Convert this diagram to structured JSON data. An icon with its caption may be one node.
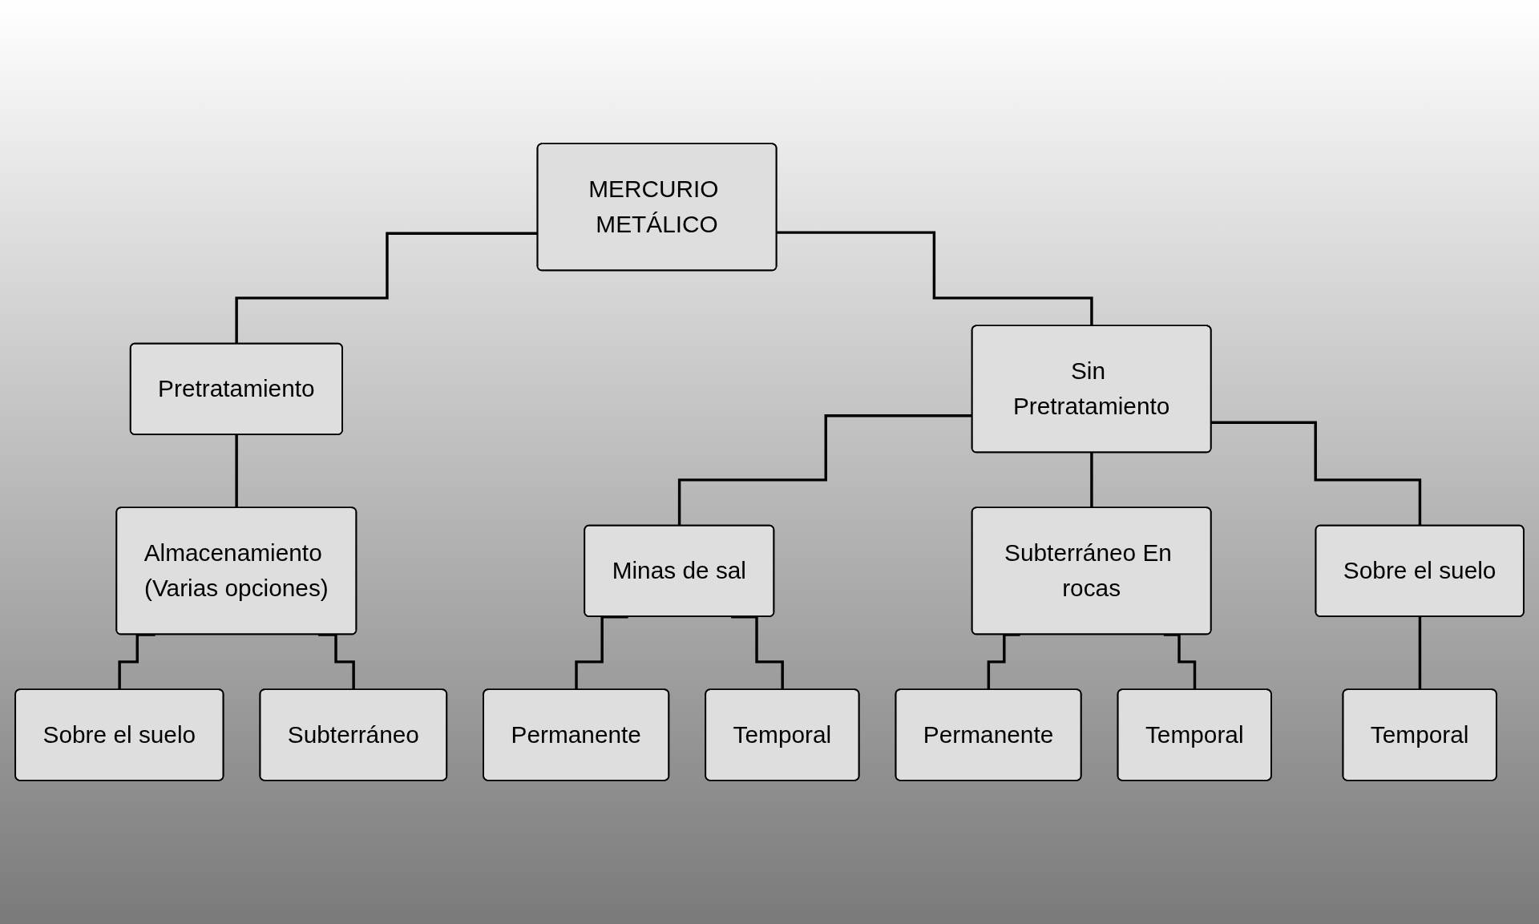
{
  "diagram": {
    "nodes": [
      {
        "text": [
          "MERCURIO METÁLICO"
        ]
      },
      {
        "text": [
          "Pretratamiento"
        ]
      },
      {
        "text": [
          "Sin Pretratamiento"
        ]
      },
      {
        "text": [
          "Almacenamiento (Varias opciones)"
        ]
      },
      {
        "text": [
          "Minas de sal"
        ]
      },
      {
        "text": [
          "Subterráneo En rocas"
        ]
      },
      {
        "text": [
          "Sobre el suelo"
        ]
      },
      {
        "text": [
          "Sobre el suelo"
        ]
      },
      {
        "text": [
          "Subterráneo"
        ]
      },
      {
        "text": [
          "Permanente"
        ]
      },
      {
        "text": [
          "Temporal"
        ]
      },
      {
        "text": [
          "Permanente"
        ]
      },
      {
        "text": [
          "Temporal"
        ]
      },
      {
        "text": [
          "Temporal"
        ]
      }
    ],
    "edges": [
      {
        "from": 0,
        "to": 1,
        "arrow": "none"
      },
      {
        "from": 0,
        "to": 2,
        "arrow": "none"
      },
      {
        "from": 1,
        "to": 3,
        "arrow": "none"
      },
      {
        "from": 3,
        "to": 7,
        "arrow": "none"
      },
      {
        "from": 3,
        "to": 8,
        "arrow": "none"
      },
      {
        "from": 2,
        "to": 4,
        "arrow": "none"
      },
      {
        "from": 2,
        "to": 5,
        "arrow": "none"
      },
      {
        "from": 2,
        "to": 6,
        "arrow": "none"
      },
      {
        "from": 4,
        "to": 9,
        "arrow": "none"
      },
      {
        "from": 4,
        "to": 10,
        "arrow": "none"
      },
      {
        "from": 5,
        "to": 11,
        "arrow": "none"
      },
      {
        "from": 5,
        "to": 12,
        "arrow": "none"
      },
      {
        "from": 6,
        "to": 13,
        "arrow": "none"
      }
    ]
  }
}
